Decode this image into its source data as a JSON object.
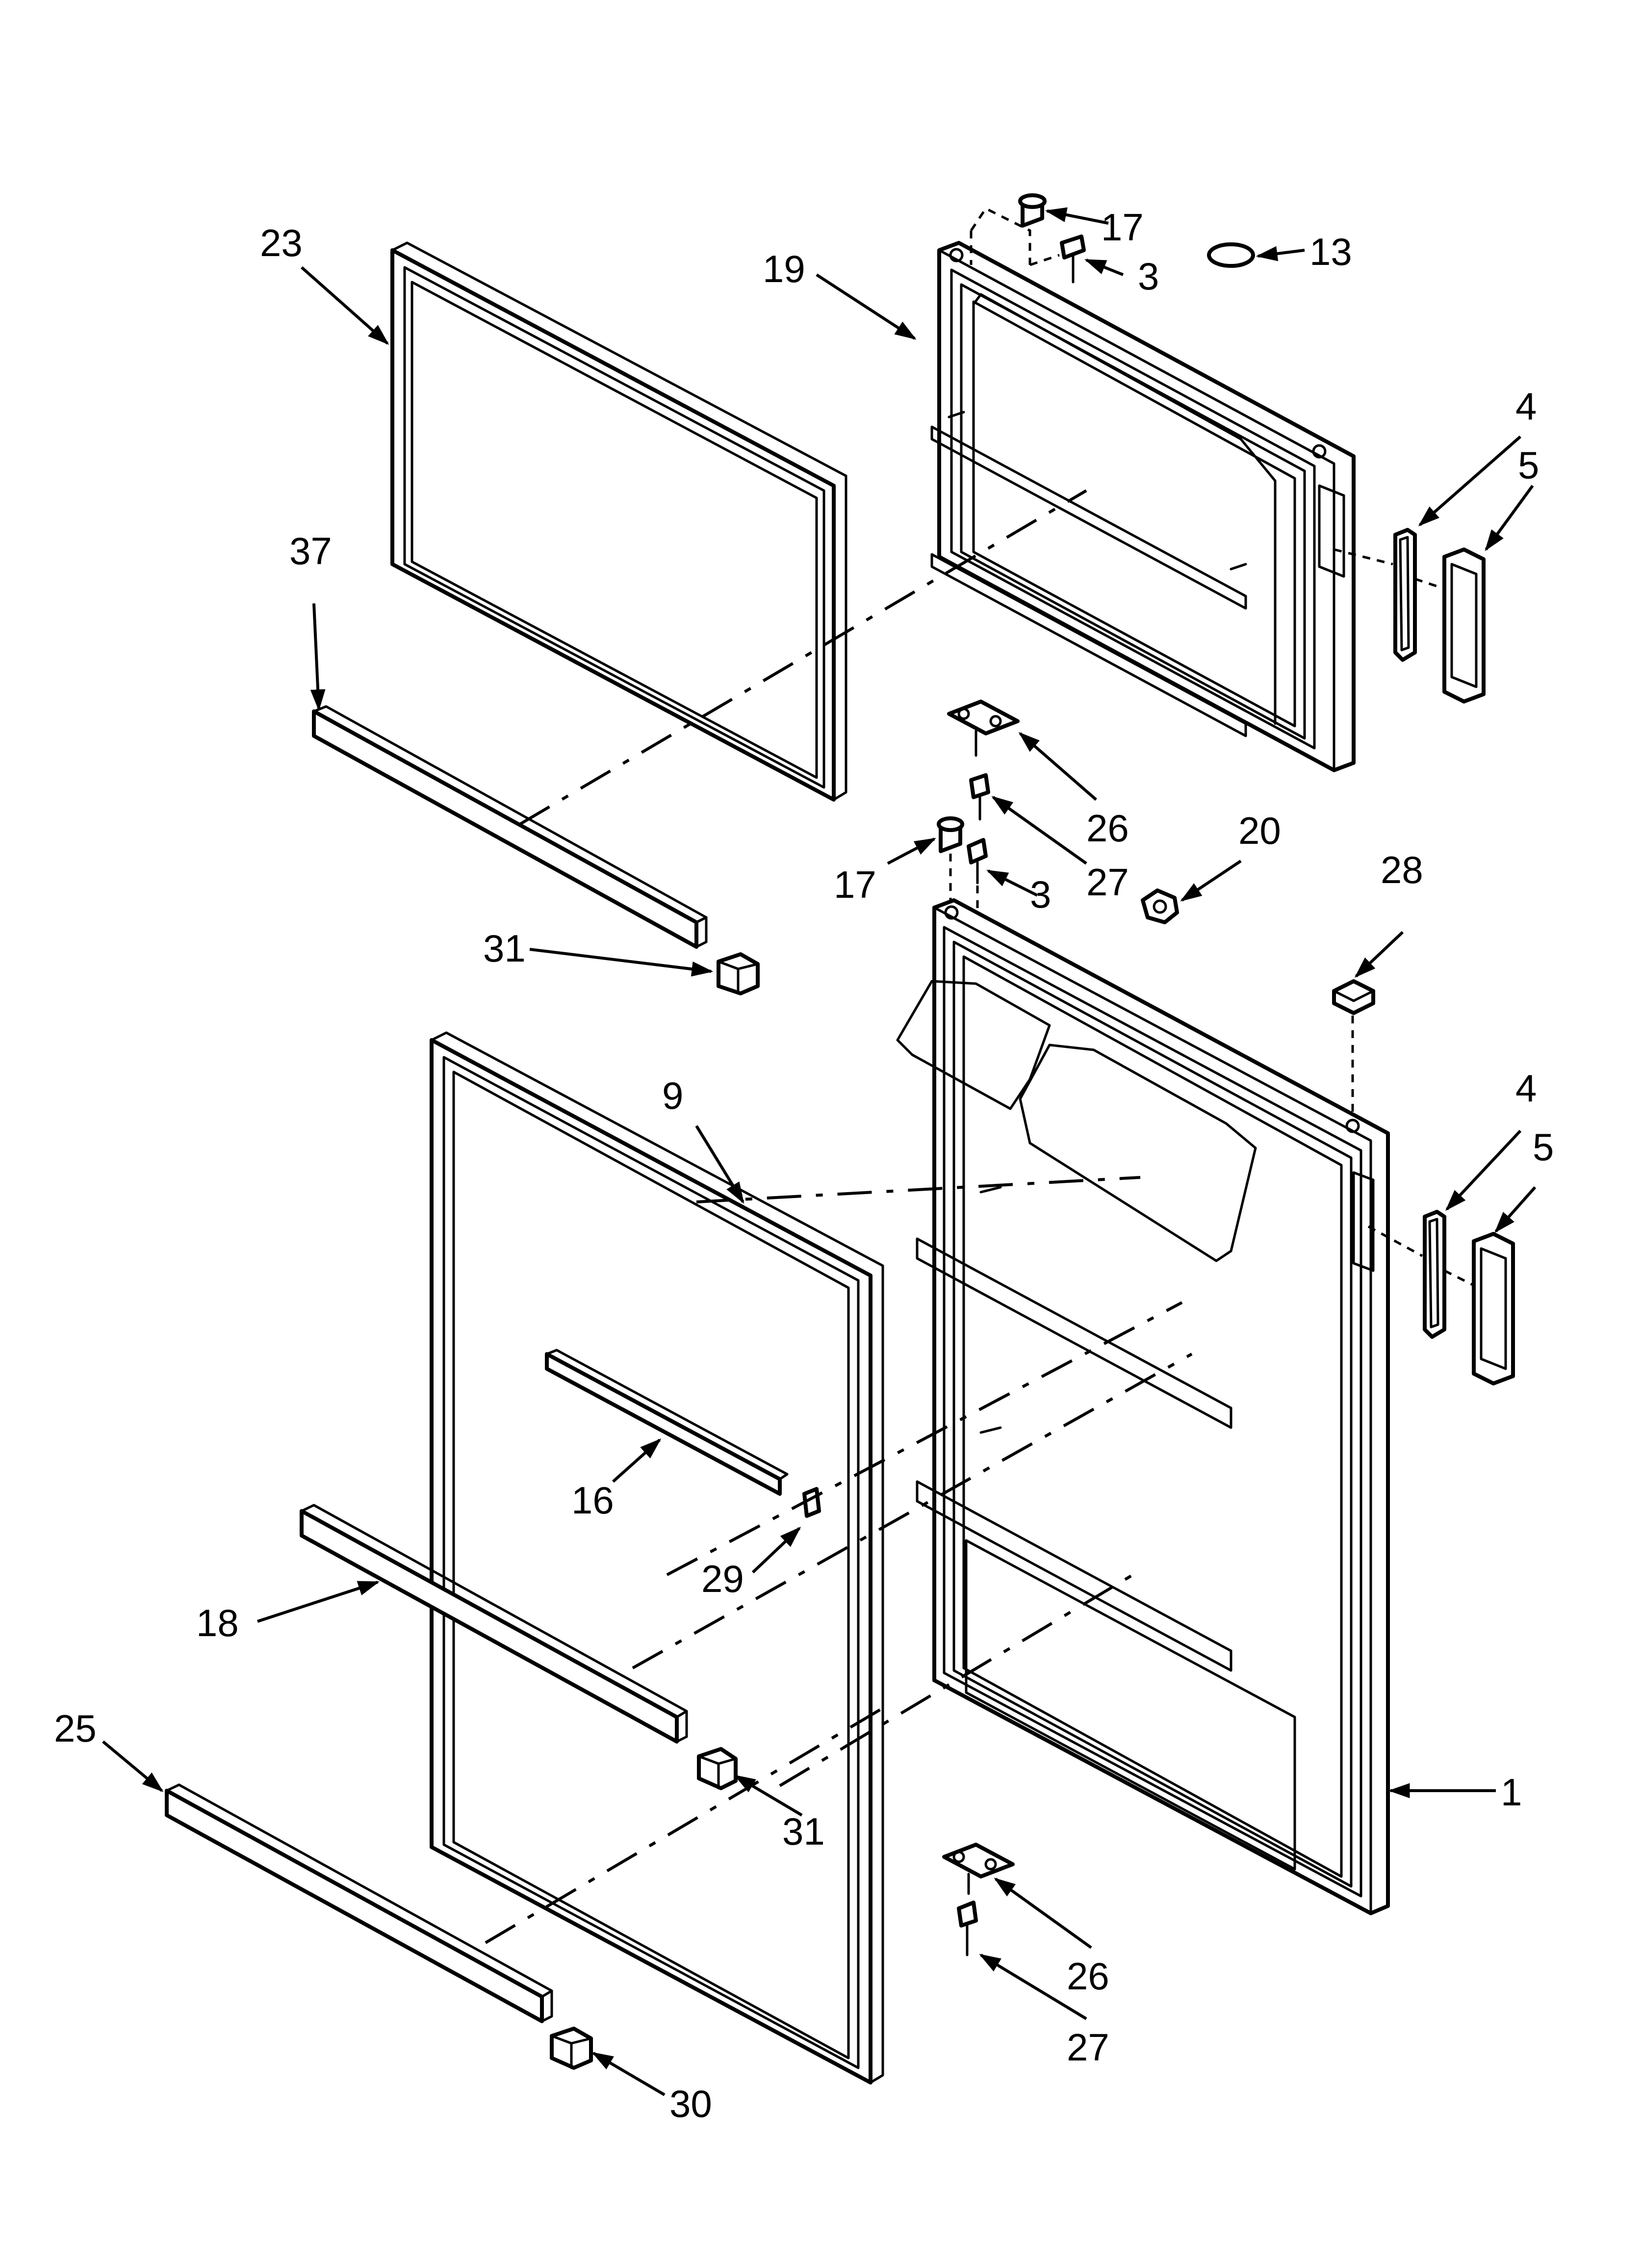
{
  "diagram": {
    "callouts": {
      "c23": "23",
      "c37": "37",
      "c31a": "31",
      "c19": "19",
      "c17a": "17",
      "c3a": "3",
      "c13": "13",
      "c4a": "4",
      "c5a": "5",
      "c26a": "26",
      "c27a": "27",
      "c17b": "17",
      "c3b": "3",
      "c20": "20",
      "c28": "28",
      "c4b": "4",
      "c5b": "5",
      "c9": "9",
      "c16": "16",
      "c29": "29",
      "c18": "18",
      "c25": "25",
      "c31b": "31",
      "c1": "1",
      "c26b": "26",
      "c27b": "27",
      "c30": "30"
    },
    "accent_color": "#000000"
  }
}
